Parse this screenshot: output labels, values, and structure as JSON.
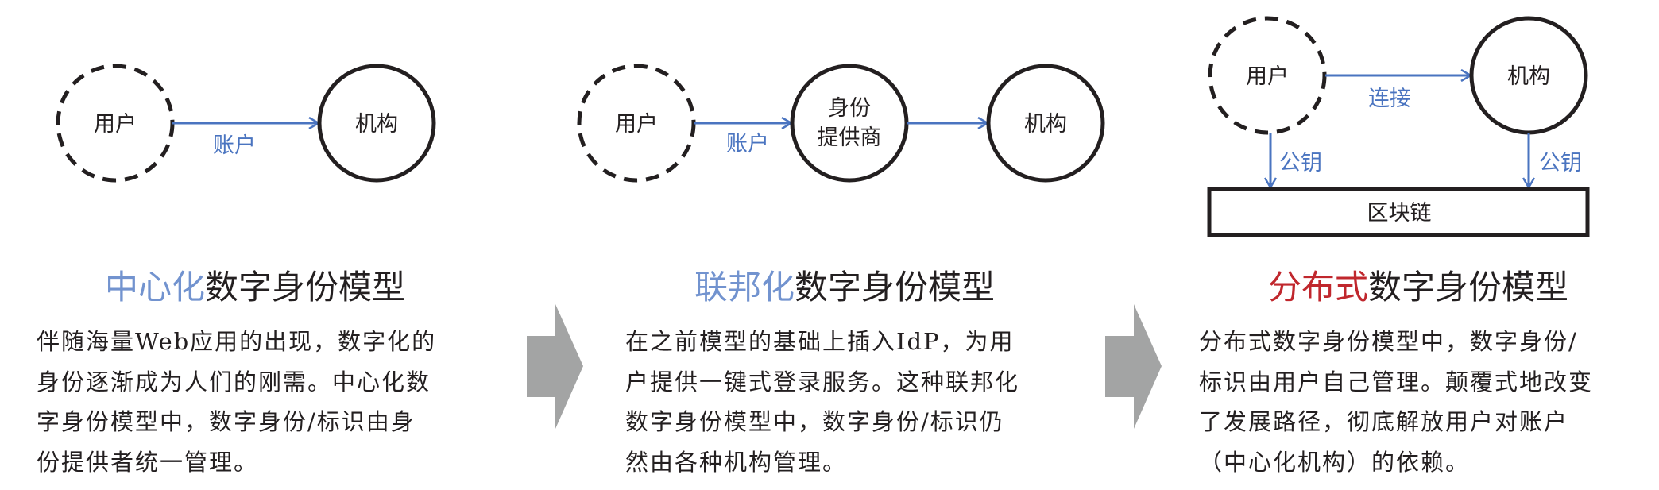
{
  "colors": {
    "edge": "#4a74c0",
    "title_blue": "#7293cf",
    "title_red": "#c0272d",
    "arrow_gray": "#a3a4a4",
    "stroke": "#231f20"
  },
  "panels": [
    {
      "nodes": {
        "user": "用户",
        "org": "机构"
      },
      "edge_label": "账户",
      "title_accent": "中心化",
      "title_rest": "数字身份模型",
      "body_lines": [
        "伴随海量Web应用的出现，数字化的",
        "身份逐渐成为人们的刚需。中心化数",
        "字身份模型中，数字身份/标识由身",
        "份提供者统一管理。"
      ]
    },
    {
      "nodes": {
        "user": "用户",
        "idp_line1": "身份",
        "idp_line2": "提供商",
        "org": "机构"
      },
      "edge_label": "账户",
      "title_accent": "联邦化",
      "title_rest": "数字身份模型",
      "body_lines": [
        "在之前模型的基础上插入IdP，为用",
        "户提供一键式登录服务。这种联邦化",
        "数字身份模型中，数字身份/标识仍",
        "然由各种机构管理。"
      ]
    },
    {
      "nodes": {
        "user": "用户",
        "org": "机构",
        "chain": "区块链"
      },
      "edge_label": "连接",
      "key_label_left": "公钥",
      "key_label_right": "公钥",
      "title_accent": "分布式",
      "title_rest": "数字身份模型",
      "body_lines": [
        "分布式数字身份模型中，数字身份/",
        "标识由用户自己管理。颠覆式地改变",
        "了发展路径，彻底解放用户对账户",
        "（中心化机构）的依赖。"
      ]
    }
  ]
}
